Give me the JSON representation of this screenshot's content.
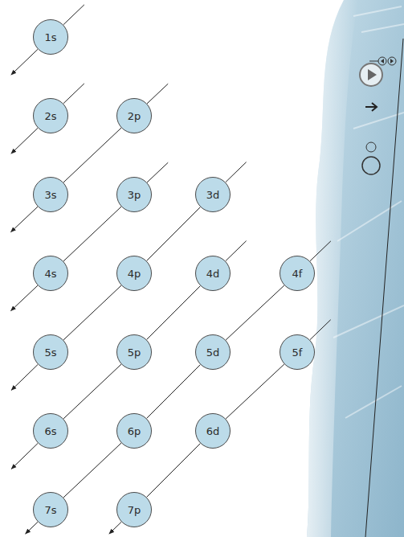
{
  "diagram": {
    "nodes": [
      {
        "text": [
          "1s"
        ]
      },
      {
        "text": [
          "2s"
        ]
      },
      {
        "text": [
          "2p"
        ]
      },
      {
        "text": [
          "3s"
        ]
      },
      {
        "text": [
          "3p"
        ]
      },
      {
        "text": [
          "3d"
        ]
      },
      {
        "text": [
          "4s"
        ]
      },
      {
        "text": [
          "4p"
        ]
      },
      {
        "text": [
          "4d"
        ]
      },
      {
        "text": [
          "4f"
        ]
      },
      {
        "text": [
          "5s"
        ]
      },
      {
        "text": [
          "5p"
        ]
      },
      {
        "text": [
          "5d"
        ]
      },
      {
        "text": [
          "5f"
        ]
      },
      {
        "text": [
          "6s"
        ]
      },
      {
        "text": [
          "6p"
        ]
      },
      {
        "text": [
          "6d"
        ]
      },
      {
        "text": [
          "7s"
        ]
      },
      {
        "text": [
          "7p"
        ]
      }
    ],
    "edges": [
      {
        "from": 2,
        "to": 3,
        "arrow": "none"
      },
      {
        "from": 4,
        "to": 6,
        "arrow": "none"
      },
      {
        "from": 5,
        "to": 7,
        "arrow": "none"
      },
      {
        "from": 7,
        "to": 10,
        "arrow": "none"
      },
      {
        "from": 8,
        "to": 11,
        "arrow": "none"
      },
      {
        "from": 11,
        "to": 14,
        "arrow": "none"
      },
      {
        "from": 9,
        "to": 12,
        "arrow": "none"
      },
      {
        "from": 12,
        "to": 15,
        "arrow": "none"
      },
      {
        "from": 15,
        "to": 17,
        "arrow": "none"
      },
      {
        "from": 13,
        "to": 16,
        "arrow": "none"
      },
      {
        "from": 16,
        "to": 18,
        "arrow": "none"
      }
    ]
  }
}
